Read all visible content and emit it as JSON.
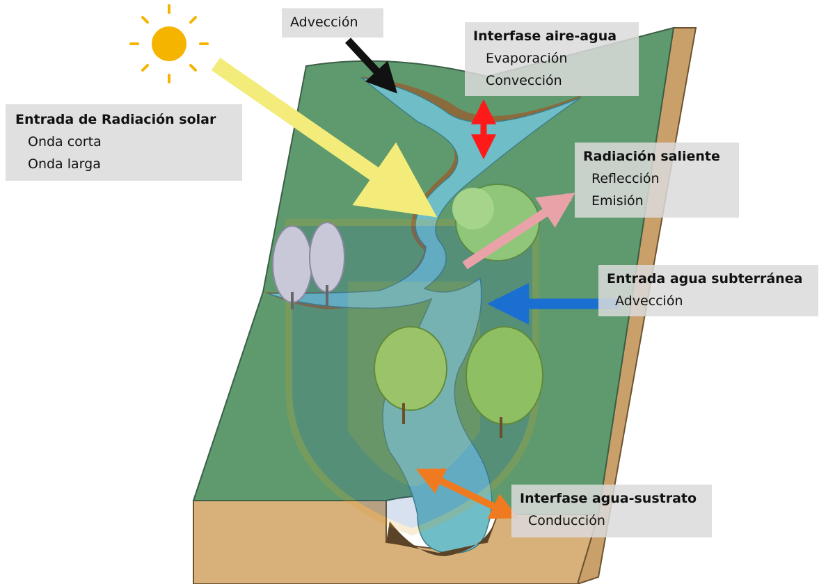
{
  "labels": {
    "solar": {
      "title": "Entrada de Radiación solar",
      "items": [
        "Onda corta",
        "Onda larga"
      ]
    },
    "advection_top": {
      "title": "Advección"
    },
    "air_water": {
      "title": "Interfase aire-agua",
      "items": [
        "Evaporación",
        "Convección"
      ]
    },
    "outgoing": {
      "title": "Radiación saliente",
      "items": [
        "Reflección",
        "Emisión"
      ]
    },
    "groundwater": {
      "title": "Entrada agua subterránea",
      "items": [
        "Advección"
      ]
    },
    "water_substrate": {
      "title": "Interfase agua-sustrato",
      "items": [
        "Conducción"
      ]
    }
  },
  "colors": {
    "land": "#5f9a6e",
    "land_edge": "#3b5e46",
    "soil": "#d8b07a",
    "soil_side": "#c9a06a",
    "water": "#6fbdc7",
    "bank": "#8b6a3c",
    "sun": "#f5b400",
    "arrow_solar": "#f3ec7a",
    "arrow_advection": "#111111",
    "arrow_air_water": "#ff1a1a",
    "arrow_outgoing": "#e9a3a8",
    "arrow_groundwater": "#1a6fd1",
    "arrow_substrate": "#f07a1f"
  }
}
